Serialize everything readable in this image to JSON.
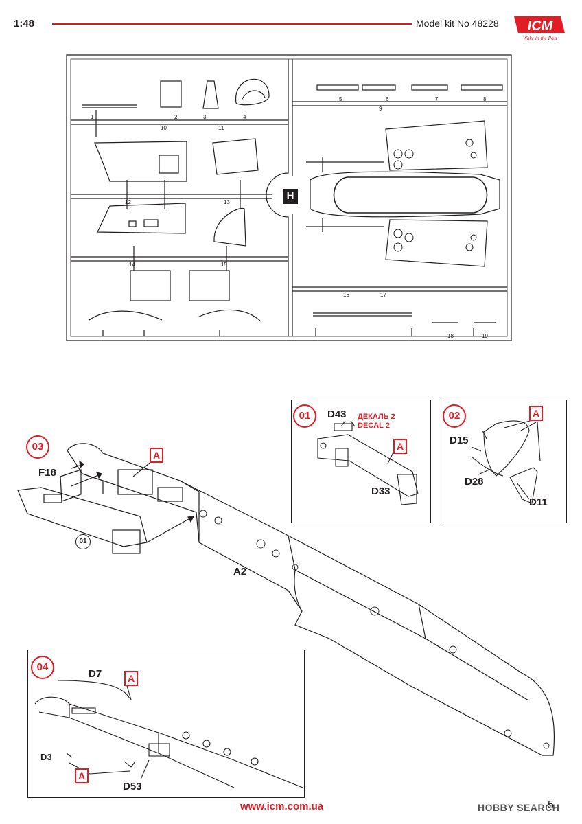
{
  "header": {
    "scale": "1:48",
    "kit_title": "Model kit No 48228",
    "logo_text": "ICM",
    "logo_tagline": "Wake in the Past"
  },
  "sprue": {
    "letter": "H",
    "part_numbers": [
      "1",
      "2",
      "3",
      "4",
      "5",
      "6",
      "7",
      "8",
      "9",
      "10",
      "11",
      "12",
      "13",
      "14",
      "15",
      "16",
      "17",
      "18",
      "19"
    ]
  },
  "steps": {
    "s01": {
      "number": "01",
      "parts": [
        "D43",
        "D33"
      ],
      "sub": "A",
      "decal_ru": "ДЕКАЛЬ 2",
      "decal_en": "DECAL 2"
    },
    "s02": {
      "number": "02",
      "parts": [
        "D15",
        "D28",
        "D11"
      ],
      "sub": "A"
    },
    "s03": {
      "number": "03",
      "parts": [
        "F18",
        "A2"
      ],
      "sub": "A",
      "ref": "01"
    },
    "s04": {
      "number": "04",
      "parts": [
        "D7",
        "D3",
        "D53"
      ],
      "sub": "A"
    }
  },
  "footer": {
    "url": "www.icm.com.ua",
    "watermark": "HOBBY SEARCH",
    "page": "5"
  },
  "colors": {
    "accent": "#e11d26",
    "line": "#231f20"
  }
}
